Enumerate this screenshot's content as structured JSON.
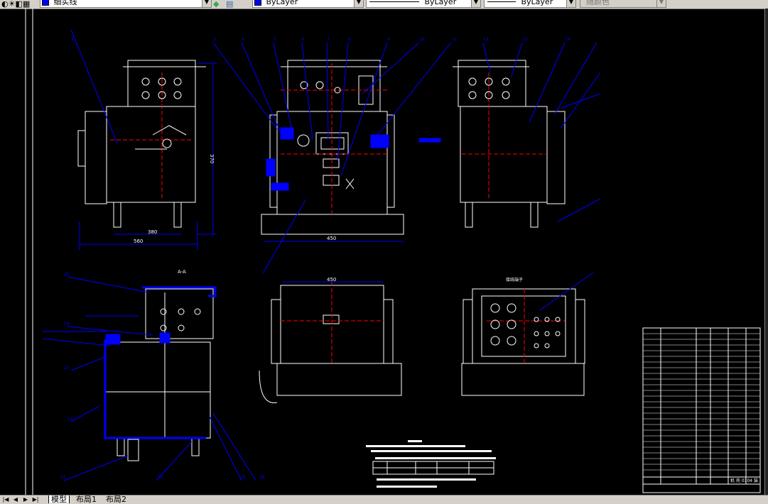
{
  "toolbar": {
    "layer_name": "细实线",
    "color_value": "ByLayer",
    "linetype_value": "ByLayer",
    "lineweight_value": "ByLayer",
    "plotstyle_value": "随颜色"
  },
  "layout_tabs": [
    "模型",
    "布局1",
    "布局2"
  ],
  "drawing": {
    "section_label": "A-A",
    "plan_label": "接线端子",
    "dim_height": "370",
    "dim_width_bottom": "560",
    "dim_inner": "380",
    "dim_front": "450",
    "dim_top_plan": "450",
    "callouts_top": [
      "2",
      "3",
      "4",
      "5",
      "6",
      "7",
      "8",
      "9",
      "10",
      "11",
      "12",
      "13",
      "14"
    ],
    "callouts_bottom": [
      "25",
      "24",
      "23",
      "22",
      "21",
      "20",
      "19",
      "18"
    ],
    "title_block_name": "机 壳 0104 装"
  },
  "colors": {
    "background": "#000000",
    "outline": "#ffffff",
    "dimension": "#0000ff",
    "center": "#ff0000",
    "leader": "#0000ff"
  }
}
